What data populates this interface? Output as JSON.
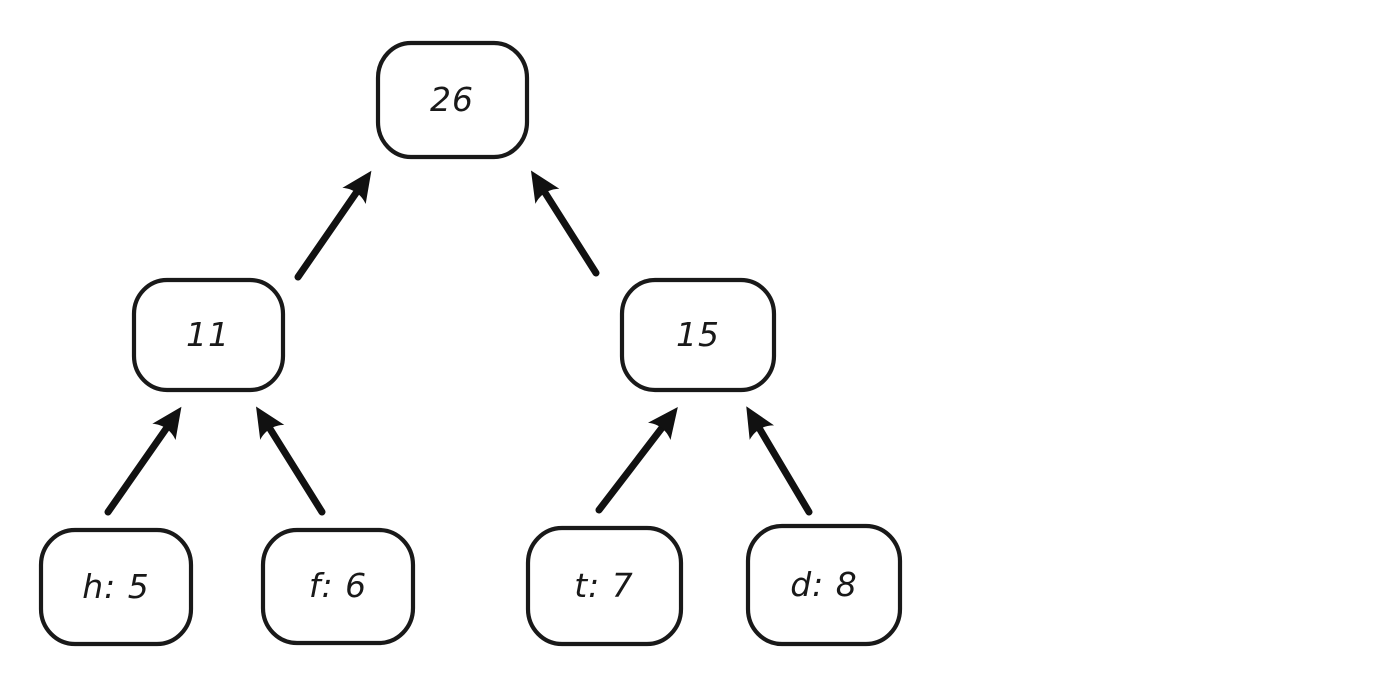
{
  "canvas": {
    "background_color": "#ffffff",
    "stroke_color": "#191919"
  },
  "tree": {
    "type": "binary-tree",
    "nodes": [
      {
        "id": "root",
        "label": "26"
      },
      {
        "id": "internal-left",
        "label": "11"
      },
      {
        "id": "internal-right",
        "label": "15"
      },
      {
        "id": "leaf-h",
        "label": "h: 5"
      },
      {
        "id": "leaf-f",
        "label": "f: 6"
      },
      {
        "id": "leaf-t",
        "label": "t: 7"
      },
      {
        "id": "leaf-d",
        "label": "d: 8"
      }
    ],
    "edges": [
      {
        "from": "11",
        "to": "26",
        "direction": "child-to-parent"
      },
      {
        "from": "15",
        "to": "26",
        "direction": "child-to-parent"
      },
      {
        "from": "h: 5",
        "to": "11",
        "direction": "child-to-parent"
      },
      {
        "from": "f: 6",
        "to": "11",
        "direction": "child-to-parent"
      },
      {
        "from": "t: 7",
        "to": "15",
        "direction": "child-to-parent"
      },
      {
        "from": "d: 8",
        "to": "15",
        "direction": "child-to-parent"
      }
    ]
  }
}
